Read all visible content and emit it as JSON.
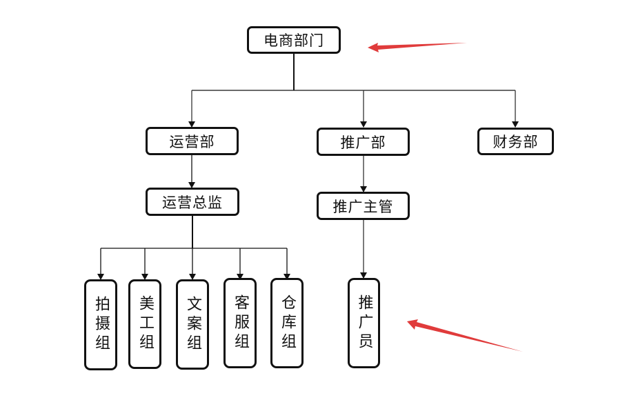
{
  "diagram": {
    "type": "org-chart",
    "root": {
      "id": "ecommerce-dept",
      "label": "电商部门"
    },
    "level1": [
      {
        "id": "operations-dept",
        "label": "运营部"
      },
      {
        "id": "promotion-dept",
        "label": "推广部"
      },
      {
        "id": "finance-dept",
        "label": "财务部"
      }
    ],
    "level2": [
      {
        "id": "operations-director",
        "label": "运营总监",
        "parent": "operations-dept"
      },
      {
        "id": "promotion-manager",
        "label": "推广主管",
        "parent": "promotion-dept"
      }
    ],
    "level3": [
      {
        "id": "photography-group",
        "label": "拍摄组",
        "parent": "operations-director"
      },
      {
        "id": "art-group",
        "label": "美工组",
        "parent": "operations-director"
      },
      {
        "id": "copywriting-group",
        "label": "文案组",
        "parent": "operations-director"
      },
      {
        "id": "customer-service-group",
        "label": "客服组",
        "parent": "operations-director"
      },
      {
        "id": "warehouse-group",
        "label": "仓库组",
        "parent": "operations-director"
      },
      {
        "id": "promoter",
        "label": "推广员",
        "parent": "promotion-manager"
      }
    ],
    "annotations": [
      {
        "type": "arrow",
        "color": "#e03b3b",
        "points_to": "ecommerce-dept"
      },
      {
        "type": "arrow",
        "color": "#e03b3b",
        "points_to": "promoter"
      }
    ],
    "colors": {
      "line": "#111111",
      "annotation": "#e03b3b",
      "background": "#ffffff"
    }
  }
}
